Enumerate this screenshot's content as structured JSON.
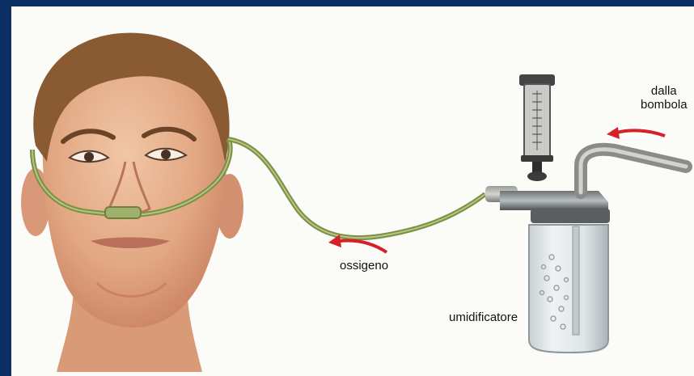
{
  "labels": {
    "dalla_bombola_line1": "dalla",
    "dalla_bombola_line2": "bombola",
    "ossigeno": "ossigeno",
    "umidificatore": "umidificatore"
  },
  "colors": {
    "frame": "#0d2f66",
    "background": "#fbfbf8",
    "arrow": "#d6202a",
    "tube": "#8fa35a",
    "skin": "#e6b08e",
    "hair": "#8a5a33"
  }
}
